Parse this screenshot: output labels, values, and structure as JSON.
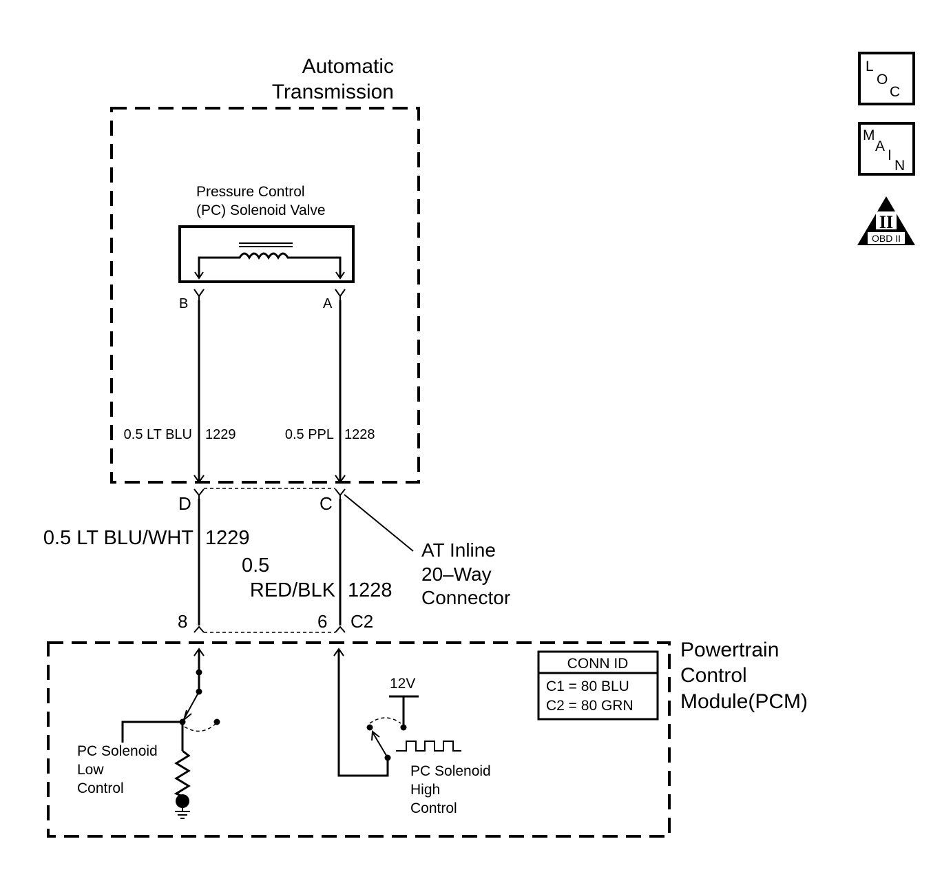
{
  "automatic_transmission": {
    "line1": "Automatic",
    "line2": "Transmission"
  },
  "solenoid": {
    "line1": "Pressure Control",
    "line2": "(PC) Solenoid Valve",
    "pin_b": "B",
    "pin_a": "A"
  },
  "internal_wires": {
    "left": {
      "color": "0.5 LT BLU",
      "circuit": "1229"
    },
    "right": {
      "color": "0.5 PPL",
      "circuit": "1228"
    }
  },
  "inline_connector": {
    "pin_d": "D",
    "pin_c": "C",
    "line1": "AT Inline",
    "line2": "20–Way",
    "line3": "Connector"
  },
  "harness_wires": {
    "left": {
      "color": "0.5 LT BLU/WHT",
      "circuit": "1229"
    },
    "right": {
      "gauge": "0.5",
      "color": "RED/BLK",
      "circuit": "1228"
    }
  },
  "pcm_connector": {
    "pin_left": "8",
    "pin_right": "6",
    "conn": "C2"
  },
  "pcm": {
    "line1": "Powertrain",
    "line2": "Control",
    "line3": "Module(PCM)"
  },
  "conn_id": {
    "title": "CONN ID",
    "row1": "C1 = 80 BLU",
    "row2": "C2 = 80 GRN"
  },
  "pcm_low": {
    "line1": "PC Solenoid",
    "line2": "Low",
    "line3": "Control"
  },
  "pcm_high": {
    "line1": "PC Solenoid",
    "line2": "High",
    "line3": "Control",
    "voltage": "12V"
  },
  "side_icons": {
    "loc": [
      "L",
      "O",
      "C"
    ],
    "main": [
      "M",
      "A",
      "I",
      "N"
    ],
    "obd": {
      "numeral": "II",
      "label": "OBD II"
    }
  }
}
